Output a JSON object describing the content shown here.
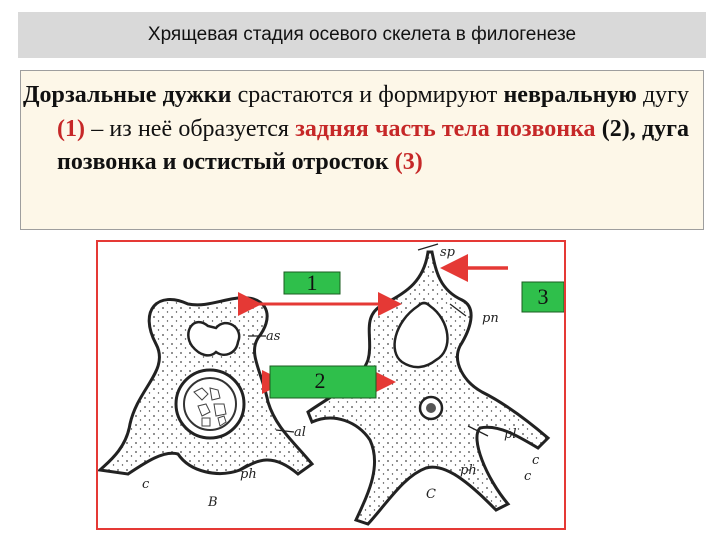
{
  "title": "Хрящевая стадия осевого скелета в филогенезе",
  "text": {
    "w1": "Дорзальные",
    "w2": "дужки",
    "w3": "срастаются и формируют",
    "w4": "невральную",
    "w5": "дугу",
    "w6": "(1)",
    "w7": "– из неё образуется",
    "w8": "задняя часть тела позвонка",
    "w9": "(2),",
    "w10": "дуга позвонка и остистый отросток",
    "w11": "(3)"
  },
  "figure": {
    "markers": {
      "one": "1",
      "two": "2",
      "three": "3"
    },
    "labels": {
      "sp": "sp",
      "as": "as",
      "pn": "pn",
      "al": "al",
      "pl": "pl",
      "ph_left": "ph",
      "ph_right": "ph",
      "c_left": "c",
      "c_right_low": "c",
      "c_right_side": "c",
      "B": "B",
      "C": "C"
    },
    "colors": {
      "arrow": "#e53935",
      "marker_fill": "#2fbf4b",
      "outline": "#222222"
    }
  }
}
